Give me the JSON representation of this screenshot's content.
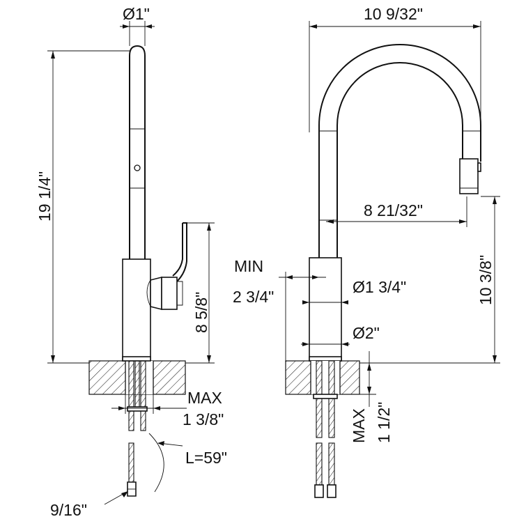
{
  "side_view": {
    "spout_diameter": "Ø1\"",
    "total_height": "19 1/4\"",
    "handle_height": "8 5/8\"",
    "deck_max_label": "MAX",
    "deck_max_value": "1 3/8\"",
    "hose_length": "L=59\"",
    "connector_size": "9/16\""
  },
  "front_view": {
    "reach_width": "10 9/32\"",
    "spout_reach": "8 21/32\"",
    "spout_height": "10 3/8\"",
    "min_label": "MIN",
    "min_value": "2 3/4\"",
    "body_diameter": "Ø1 3/4\"",
    "base_diameter": "Ø2\"",
    "deck_max_label": "MAX",
    "deck_max_value": "1 1/2\""
  }
}
